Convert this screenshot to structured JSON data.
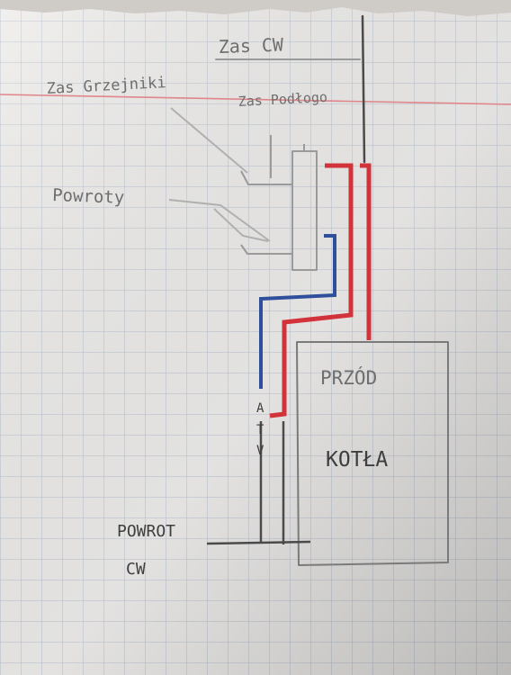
{
  "labels": {
    "zas_cw": "Zas CW",
    "zas_grzejniki": "Zas Grzejniki",
    "zas_podlogo": "Zas Podłogo",
    "powroty": "Powroty",
    "przod": "PRZÓD",
    "kotla": "KOTŁA",
    "powrot_cw_line1": "POWROT",
    "powrot_cw_line2": "CW",
    "atv_a": "A",
    "atv_t": "T",
    "atv_v": "V"
  },
  "colors": {
    "paper": "#efeeec",
    "grid": "#b9c4d2",
    "margin_line": "#e0868b",
    "pencil": "#8a8a8a",
    "pencil_dark": "#4a4a4a",
    "red_pipe": "#d2333a",
    "blue_pipe": "#2f4f9c"
  }
}
